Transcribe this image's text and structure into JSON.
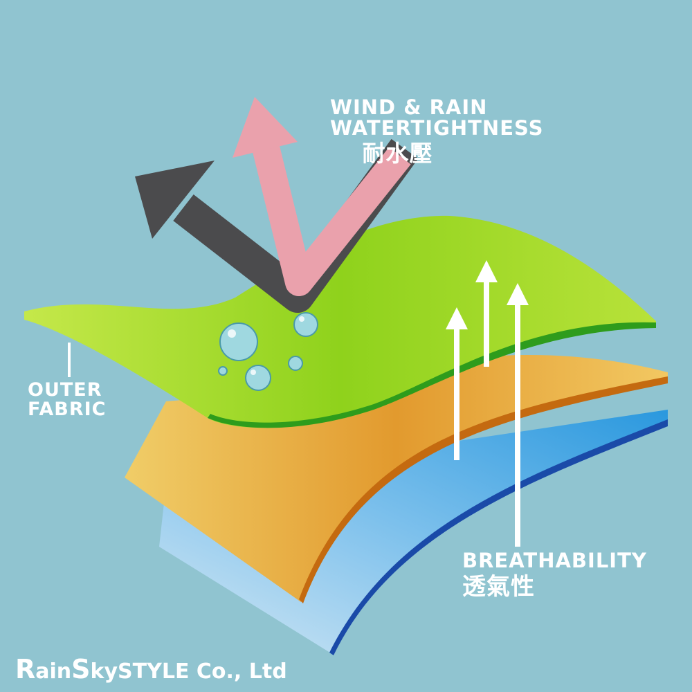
{
  "labels": {
    "wind_line1": "WIND & RAIN",
    "wind_line2": "WATERTIGHTNESS",
    "wind_cn": "耐水壓",
    "outer_line1": "OUTER",
    "outer_line2": "FABRIC",
    "breath_en": "BREATHABILITY",
    "breath_cn": "透氣性"
  },
  "logo": {
    "r": "R",
    "ain": "ain",
    "s": "S",
    "rest": "kySTYLE Co., Ltd"
  },
  "colors": {
    "background": "#90c4d0",
    "green": "#9bd62a",
    "orange": "#e8a83a",
    "blue": "#5fb2e6",
    "pink": "#eaa1ac",
    "gray": "#4b4b4d"
  }
}
